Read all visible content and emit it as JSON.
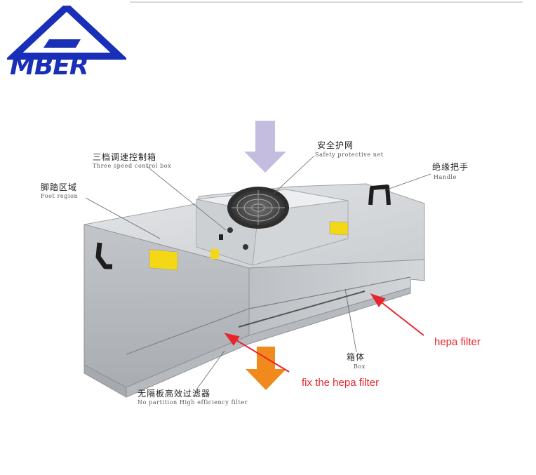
{
  "logo": {
    "text": "MBER"
  },
  "labels": {
    "three_speed_cn": "三档调速控制箱",
    "three_speed_en": "Three speed control box",
    "safety_net_cn": "安全护网",
    "safety_net_en": "Safety protective net",
    "handle_cn": "绝缘把手",
    "handle_en": "Handle",
    "foot_region_cn": "脚踏区域",
    "foot_region_en": "Foot region",
    "box_cn": "箱体",
    "box_en": "Box",
    "filter_cn": "无隔板高效过滤器",
    "filter_en": "No partition High efficiency filter"
  },
  "annotations": {
    "hepa": "hepa filter",
    "fix": "fix the hepa filter"
  },
  "colors": {
    "logo_blue": "#1a2fb8",
    "arrow_in": "#c4bde0",
    "arrow_out": "#f08a1d",
    "annotation_red": "#e8252b"
  }
}
